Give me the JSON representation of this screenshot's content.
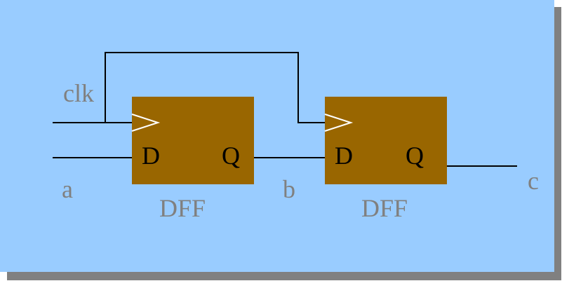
{
  "signals": {
    "clk": "clk",
    "a": "a",
    "b": "b",
    "c": "c"
  },
  "flipflops": [
    {
      "name": "DFF",
      "pin_d": "D",
      "pin_q": "Q"
    },
    {
      "name": "DFF",
      "pin_d": "D",
      "pin_q": "Q"
    }
  ],
  "colors": {
    "background": "#99ccff",
    "shadow": "#808080",
    "block": "#996600",
    "label": "#808080",
    "wire": "#000000",
    "clock_marker": "#ffffff"
  }
}
